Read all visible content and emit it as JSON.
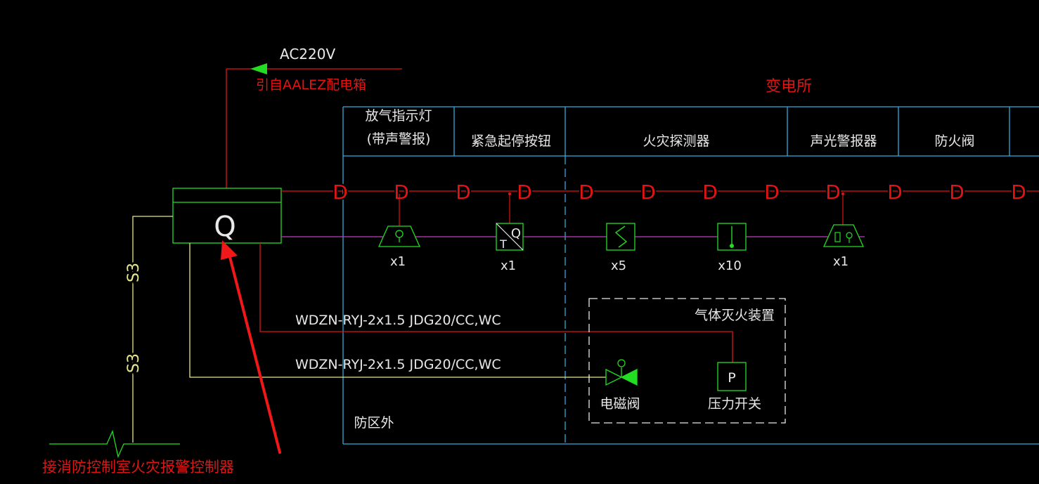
{
  "source": {
    "voltage": "AC220V",
    "origin": "引自AALEZ配电箱"
  },
  "zone_title": "变电所",
  "header": {
    "col1_line1": "放气指示灯",
    "col1_line2": "(带声警报)",
    "col2": "紧急起停按钮",
    "col3": "火灾探测器",
    "col4": "声光警报器",
    "col5": "防火阀"
  },
  "controller_label": "Q",
  "bus_symbol": "D",
  "devices": {
    "indicator_qty": "x1",
    "stop_button_letter_t": "T",
    "stop_button_letter_q": "Q",
    "stop_button_qty": "x1",
    "smoke_detector_qty": "x5",
    "heat_detector_qty": "x10",
    "alarm_qty": "x1"
  },
  "cables": {
    "cable1": "WDZN-RYJ-2x1.5  JDG20/CC,WC",
    "cable2": "WDZN-RYJ-2x1.5  JDG20/CC,WC"
  },
  "gas_system": {
    "title": "气体灭火装置",
    "valve_label": "电磁阀",
    "switch_letter": "P",
    "switch_label": "压力开关"
  },
  "outside_zone_label": "防区外",
  "s3_label": "S3",
  "fire_control_label": "接消防控制室火灾报警控制器",
  "colors": {
    "cyan": "#33aadd",
    "red": "#e11414",
    "green": "#22dd22",
    "magenta": "#c03cc0",
    "yellow": "#e6e68a",
    "white": "#e8e8e8"
  }
}
